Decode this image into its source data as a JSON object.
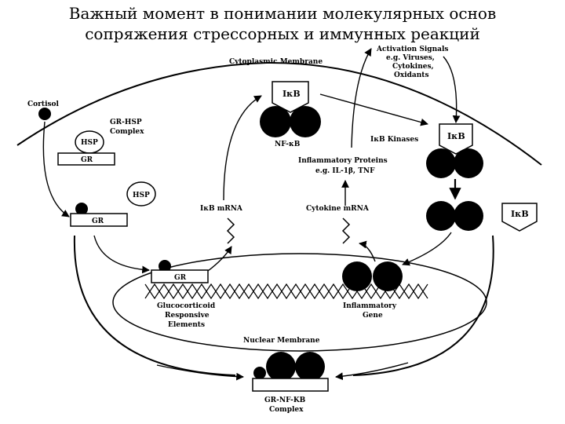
{
  "slide": {
    "title_line1": "Важный момент в понимании молекулярных основ",
    "title_line2": "сопряжения стрессорных и иммунных реакций"
  },
  "diagram": {
    "activation_signals": [
      "Activation Signals",
      "e.g. Viruses,",
      "Cytokines,",
      "Oxidants"
    ],
    "cytoplasmic_membrane": "Cytoplasmic Membrane",
    "cortisol": "Cortisol",
    "gr_hsp_complex": [
      "GR-HSP",
      "Complex"
    ],
    "hsp": "HSP",
    "gr": "GR",
    "ikb": "IκB",
    "nfkb": "NF-κB",
    "ikb_kinases": "IκB Kinases",
    "inflammatory_proteins": [
      "Inflammatory Proteins",
      "e.g. IL-1β, TNF"
    ],
    "ikb_mrna": "IκB mRNA",
    "cytokine_mrna": "Cytokine mRNA",
    "gre": [
      "Glucocorticoid",
      "Responsive",
      "Elements"
    ],
    "inflammatory_gene": [
      "Inflammatory",
      "Gene"
    ],
    "nuclear_membrane": "Nuclear Membrane",
    "gr_nfkb_complex": [
      "GR-NF-KB",
      "Complex"
    ]
  }
}
